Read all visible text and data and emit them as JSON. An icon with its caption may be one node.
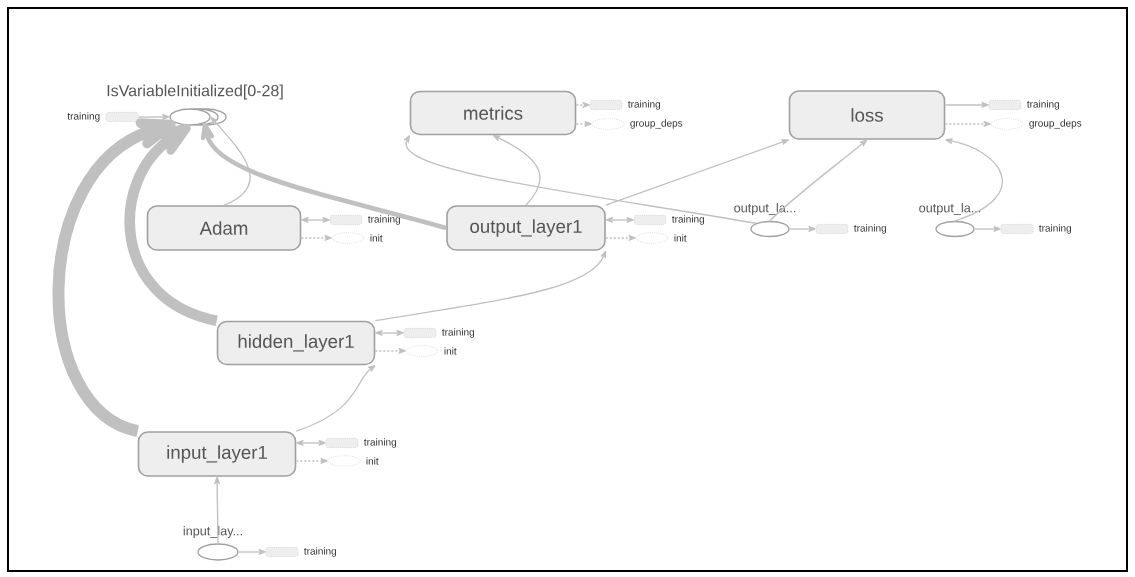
{
  "diagram": {
    "nodes": [
      {
        "text": [
          "IsVariableInitialized[0-28]"
        ]
      },
      {
        "text": [
          "metrics"
        ]
      },
      {
        "text": [
          "loss"
        ]
      },
      {
        "text": [
          "Adam"
        ]
      },
      {
        "text": [
          "output_layer1"
        ]
      },
      {
        "text": [
          "output_la..."
        ]
      },
      {
        "text": [
          "output_la..."
        ]
      },
      {
        "text": [
          "hidden_layer1"
        ]
      },
      {
        "text": [
          "input_layer1"
        ]
      },
      {
        "text": [
          "input_lay..."
        ]
      },
      {
        "text": [],
        "shape": "box",
        "beside": [
          "training"
        ]
      },
      {
        "text": [],
        "shape": "box",
        "beside": [
          "training"
        ]
      },
      {
        "text": [],
        "shape": "ellipse",
        "beside": [
          "group_deps"
        ]
      },
      {
        "text": [],
        "shape": "box",
        "beside": [
          "training"
        ]
      },
      {
        "text": [],
        "shape": "ellipse",
        "beside": [
          "group_deps"
        ]
      },
      {
        "text": [],
        "shape": "box",
        "beside": [
          "training"
        ]
      },
      {
        "text": [],
        "shape": "ellipse",
        "beside": [
          "init"
        ]
      },
      {
        "text": [],
        "shape": "box",
        "beside": [
          "training"
        ]
      },
      {
        "text": [],
        "shape": "ellipse",
        "beside": [
          "init"
        ]
      },
      {
        "text": [],
        "shape": "box",
        "beside": [
          "training"
        ]
      },
      {
        "text": [],
        "shape": "box",
        "beside": [
          "training"
        ]
      },
      {
        "text": [],
        "shape": "box",
        "beside": [
          "training"
        ]
      },
      {
        "text": [],
        "shape": "ellipse",
        "beside": [
          "init"
        ]
      },
      {
        "text": [],
        "shape": "box",
        "beside": [
          "training"
        ]
      },
      {
        "text": [],
        "shape": "ellipse",
        "beside": [
          "init"
        ]
      },
      {
        "text": [],
        "shape": "box",
        "beside": [
          "training"
        ]
      }
    ],
    "edges": [
      {
        "from": 9,
        "to": 8,
        "arrow": "to"
      },
      {
        "from": 8,
        "to": 7,
        "arrow": "to"
      },
      {
        "from": 7,
        "to": 4,
        "arrow": "to"
      },
      {
        "from": 8,
        "to": 0,
        "arrow": "to",
        "style": "thick"
      },
      {
        "from": 7,
        "to": 0,
        "arrow": "to",
        "style": "thick"
      },
      {
        "from": 4,
        "to": 0,
        "arrow": "to",
        "style": "thick"
      },
      {
        "from": 3,
        "to": 0,
        "arrow": "to"
      },
      {
        "from": 4,
        "to": 1,
        "arrow": "to"
      },
      {
        "from": 5,
        "to": 1,
        "arrow": "to"
      },
      {
        "from": 4,
        "to": 2,
        "arrow": "to"
      },
      {
        "from": 5,
        "to": 2,
        "arrow": "to"
      },
      {
        "from": 6,
        "to": 2,
        "arrow": "to"
      },
      {
        "from": 10,
        "to": 0,
        "arrow": "to"
      },
      {
        "from": 1,
        "to": 11,
        "arrow": "to",
        "style": "dashed"
      },
      {
        "from": 1,
        "to": 12,
        "arrow": "to",
        "style": "dashed"
      },
      {
        "from": 2,
        "to": 13,
        "arrow": "to"
      },
      {
        "from": 2,
        "to": 14,
        "arrow": "to",
        "style": "dashed"
      },
      {
        "from": 3,
        "to": 15,
        "arrow": "both"
      },
      {
        "from": 3,
        "to": 16,
        "arrow": "to",
        "style": "dashed"
      },
      {
        "from": 4,
        "to": 17,
        "arrow": "both"
      },
      {
        "from": 4,
        "to": 18,
        "arrow": "to",
        "style": "dashed"
      },
      {
        "from": 5,
        "to": 19,
        "arrow": "to"
      },
      {
        "from": 6,
        "to": 20,
        "arrow": "to"
      },
      {
        "from": 7,
        "to": 21,
        "arrow": "both"
      },
      {
        "from": 7,
        "to": 22,
        "arrow": "to",
        "style": "dashed"
      },
      {
        "from": 8,
        "to": 23,
        "arrow": "both"
      },
      {
        "from": 8,
        "to": 24,
        "arrow": "to",
        "style": "dashed"
      },
      {
        "from": 9,
        "to": 25,
        "arrow": "to"
      }
    ]
  }
}
